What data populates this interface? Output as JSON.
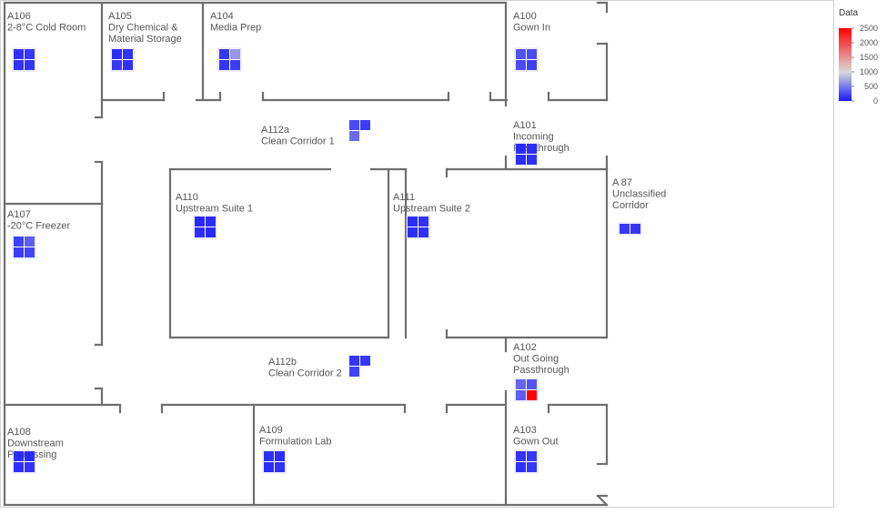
{
  "legend": {
    "title": "Data",
    "ticks": [
      "2500",
      "2000",
      "1500",
      "1000",
      "500",
      "0"
    ],
    "colors": {
      "high": "#ff0000",
      "mid": "#d9d9d9",
      "low": "#1a1aff"
    }
  },
  "rooms": [
    {
      "code": "A106",
      "name": [
        "2-8°C Cold Room"
      ],
      "cells": [
        120,
        150,
        130,
        140
      ]
    },
    {
      "code": "A105",
      "name": [
        "Dry Chemical &",
        "Material Storage"
      ],
      "cells": [
        100,
        130,
        160,
        120
      ]
    },
    {
      "code": "A104",
      "name": [
        "Media Prep"
      ],
      "cells": [
        150,
        650,
        140,
        180
      ]
    },
    {
      "code": "A100",
      "name": [
        "Gown In"
      ],
      "cells": [
        300,
        250,
        260,
        200
      ]
    },
    {
      "code": "A112a",
      "name": [
        "Clean Corridor 1"
      ],
      "cells": [
        250,
        180,
        420
      ]
    },
    {
      "code": "A101",
      "name": [
        "Incoming",
        "Passthrough"
      ],
      "cells": [
        90,
        110,
        100,
        120
      ]
    },
    {
      "code": "A110",
      "name": [
        "Upstream Suite 1"
      ],
      "cells": [
        80,
        100,
        110,
        90
      ]
    },
    {
      "code": "A111",
      "name": [
        "Upstream Suite 2"
      ],
      "cells": [
        90,
        120,
        100,
        110
      ]
    },
    {
      "code": "A 87",
      "name": [
        "Unclassified",
        "Corridor"
      ],
      "cells": [
        160,
        140
      ]
    },
    {
      "code": "A107",
      "name": [
        "-20°C Freezer"
      ],
      "cells": [
        200,
        350,
        180,
        220
      ]
    },
    {
      "code": "A112b",
      "name": [
        "Clean Corridor 2"
      ],
      "cells": [
        130,
        150,
        200
      ]
    },
    {
      "code": "A102",
      "name": [
        "Out Going",
        "Passthrough"
      ],
      "cells": [
        400,
        300,
        350,
        2500
      ]
    },
    {
      "code": "A108",
      "name": [
        "Downstream",
        "Processing"
      ],
      "cells": [
        100,
        90,
        110,
        120
      ]
    },
    {
      "code": "A109",
      "name": [
        "Formulation Lab"
      ],
      "cells": [
        110,
        100,
        90,
        120
      ]
    },
    {
      "code": "A103",
      "name": [
        "Gown Out"
      ],
      "cells": [
        130,
        150,
        110,
        140
      ]
    }
  ]
}
